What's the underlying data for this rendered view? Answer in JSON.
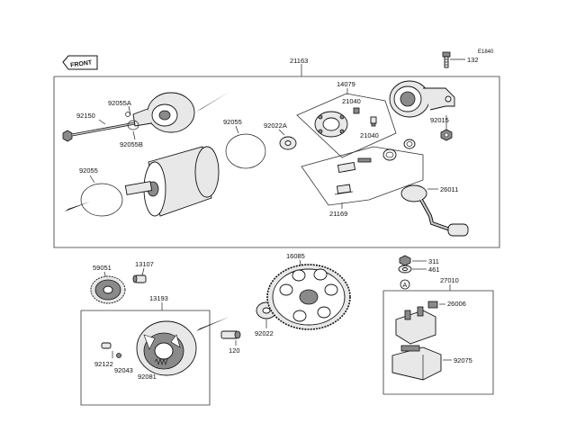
{
  "diagram_id": "E1840",
  "front_label": "FRONT",
  "callouts": {
    "p21163": "21163",
    "p132": "132",
    "p14079": "14079",
    "p21040a": "21040",
    "p21040b": "21040",
    "p92055a": "92055A",
    "p92150": "92150",
    "p92055b": "92055B",
    "p92055_top": "92055",
    "p92022a": "92022A",
    "p92015": "92015",
    "p92055_left": "92055",
    "p26011": "26011",
    "p21169": "21169",
    "p16085": "16085",
    "p59051": "59051",
    "p13107": "13107",
    "p13193": "13193",
    "p92022": "92022",
    "p120": "120",
    "p92122": "92122",
    "p92043": "92043",
    "p92081": "92081",
    "p311": "311",
    "p461": "461",
    "p27010": "27010",
    "p26006": "26006",
    "p92075": "92075",
    "ref_a": "A"
  }
}
